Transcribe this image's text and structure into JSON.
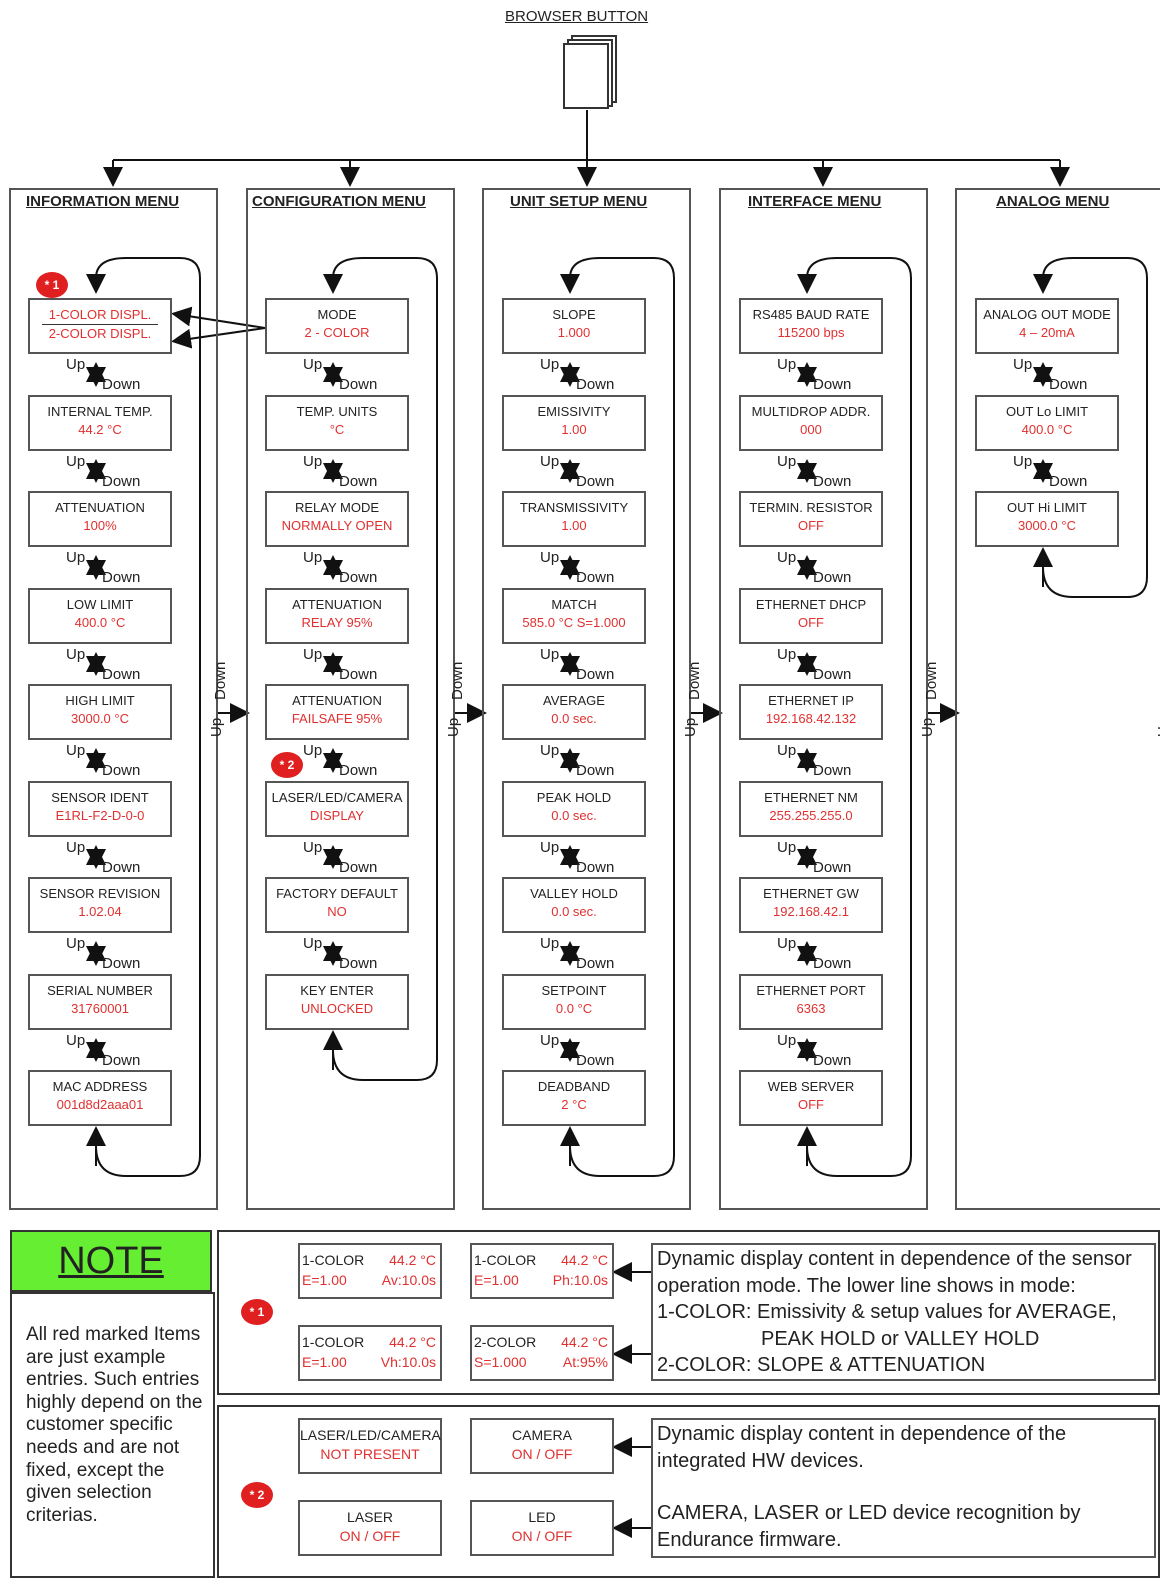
{
  "browser_button": "BROWSER BUTTON",
  "up": "Up",
  "down": "Down",
  "badges": {
    "b1": "* 1",
    "b2": "* 2"
  },
  "menus": [
    {
      "title": "INFORMATION MENU",
      "items": [
        [
          "1-COLOR DISPL.",
          "2-COLOR DISPL."
        ],
        [
          "INTERNAL TEMP.",
          "44.2 °C"
        ],
        [
          "ATTENUATION",
          "100%"
        ],
        [
          "LOW LIMIT",
          "400.0 °C"
        ],
        [
          "HIGH LIMIT",
          "3000.0 °C"
        ],
        [
          "SENSOR IDENT",
          "E1RL-F2-D-0-0"
        ],
        [
          "SENSOR REVISION",
          "1.02.04"
        ],
        [
          "SERIAL NUMBER",
          "31760001"
        ],
        [
          "MAC ADDRESS",
          "001d8d2aaa01"
        ]
      ]
    },
    {
      "title": "CONFIGURATION MENU",
      "items": [
        [
          "MODE",
          "2 - COLOR"
        ],
        [
          "TEMP. UNITS",
          "°C"
        ],
        [
          "RELAY MODE",
          "NORMALLY OPEN"
        ],
        [
          "ATTENUATION",
          "RELAY         95%"
        ],
        [
          "ATTENUATION",
          "FAILSAFE     95%"
        ],
        [
          "LASER/LED/CAMERA",
          "DISPLAY"
        ],
        [
          "FACTORY DEFAULT",
          "NO"
        ],
        [
          "KEY ENTER",
          "UNLOCKED"
        ]
      ]
    },
    {
      "title": "UNIT SETUP MENU",
      "items": [
        [
          "SLOPE",
          "1.000"
        ],
        [
          "EMISSIVITY",
          "1.00"
        ],
        [
          "TRANSMISSIVITY",
          "1.00"
        ],
        [
          "MATCH",
          "585.0 °C     S=1.000"
        ],
        [
          "AVERAGE",
          "0.0 sec."
        ],
        [
          "PEAK HOLD",
          "0.0 sec."
        ],
        [
          "VALLEY HOLD",
          "0.0 sec."
        ],
        [
          "SETPOINT",
          "0.0 °C"
        ],
        [
          "DEADBAND",
          "2 °C"
        ]
      ]
    },
    {
      "title": "INTERFACE MENU",
      "items": [
        [
          "RS485 BAUD RATE",
          "115200 bps"
        ],
        [
          "MULTIDROP ADDR.",
          "000"
        ],
        [
          "TERMIN. RESISTOR",
          "OFF"
        ],
        [
          "ETHERNET DHCP",
          "OFF"
        ],
        [
          "ETHERNET IP",
          "192.168.42.132"
        ],
        [
          "ETHERNET NM",
          "255.255.255.0"
        ],
        [
          "ETHERNET GW",
          "192.168.42.1"
        ],
        [
          "ETHERNET PORT",
          "6363"
        ],
        [
          "WEB SERVER",
          "OFF"
        ]
      ]
    },
    {
      "title": "ANALOG MENU",
      "items": [
        [
          "ANALOG OUT MODE",
          "4 – 20mA"
        ],
        [
          "OUT Lo LIMIT",
          "400.0 °C"
        ],
        [
          "OUT Hi LIMIT",
          "3000.0 °C"
        ]
      ]
    }
  ],
  "note": {
    "heading": "NOTE",
    "text": "All red marked Items are just example entries. Such entries highly depend on the customer specific needs and are not fixed, except the given selection criterias."
  },
  "display1": {
    "boxes": [
      {
        "a": "1-COLOR",
        "b": "44.2 °C",
        "c": "E=1.00",
        "d": "Av:10.0s"
      },
      {
        "a": "1-COLOR",
        "b": "44.2 °C",
        "c": "E=1.00",
        "d": "Ph:10.0s"
      },
      {
        "a": "1-COLOR",
        "b": "44.2 °C",
        "c": "E=1.00",
        "d": "Vh:10.0s"
      },
      {
        "a": "2-COLOR",
        "b": "44.2 °C",
        "c": "S=1.000",
        "d": "At:95%"
      }
    ],
    "desc": {
      "l1": "Dynamic display content in dependence of the sensor",
      "l2": "operation mode. The lower line shows in mode:",
      "l3": "1-COLOR: Emissivity & setup values for AVERAGE,",
      "l4": "PEAK HOLD or VALLEY HOLD",
      "l5": "2-COLOR: SLOPE & ATTENUATION"
    }
  },
  "display2": {
    "boxes": [
      {
        "a": "LASER/LED/CAMERA",
        "b": "NOT PRESENT"
      },
      {
        "a": "CAMERA",
        "b": "ON / OFF"
      },
      {
        "a": "LASER",
        "b": "ON / OFF"
      },
      {
        "a": "LED",
        "b": "ON / OFF"
      }
    ],
    "desc": {
      "l1": "Dynamic display content in dependence of the",
      "l2": "integrated HW devices.",
      "l3": "CAMERA, LASER or LED device recognition by",
      "l4": "Endurance firmware."
    }
  },
  "colors": {
    "red": "#e03030",
    "green": "#66ee33",
    "line": "#555555"
  }
}
